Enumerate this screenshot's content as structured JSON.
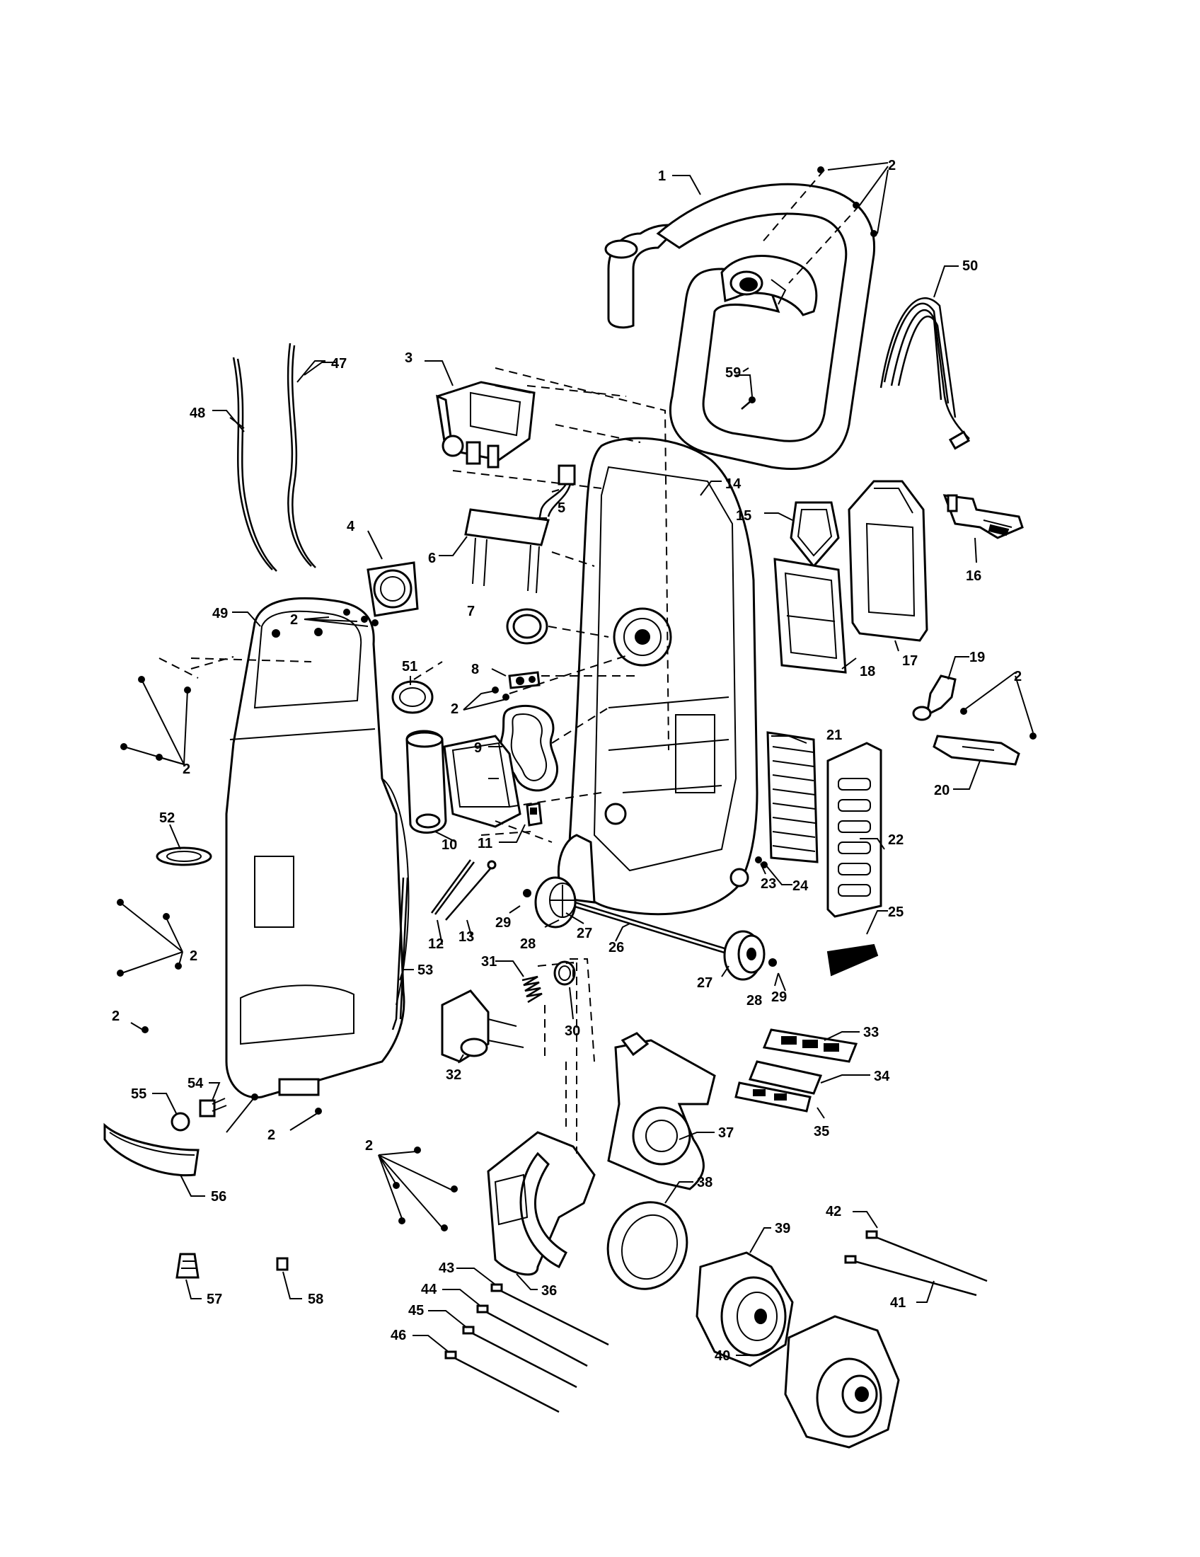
{
  "callouts": [
    {
      "id": "c1",
      "label": "1"
    },
    {
      "id": "c2a",
      "label": "2"
    },
    {
      "id": "c2b",
      "label": "2"
    },
    {
      "id": "c2c",
      "label": "2"
    },
    {
      "id": "c2d",
      "label": "2"
    },
    {
      "id": "c2e",
      "label": "2"
    },
    {
      "id": "c2f",
      "label": "2"
    },
    {
      "id": "c2g",
      "label": "2"
    },
    {
      "id": "c2h",
      "label": "2"
    },
    {
      "id": "c2i",
      "label": "2"
    },
    {
      "id": "c3",
      "label": "3"
    },
    {
      "id": "c4",
      "label": "4"
    },
    {
      "id": "c5",
      "label": "5"
    },
    {
      "id": "c6",
      "label": "6"
    },
    {
      "id": "c7",
      "label": "7"
    },
    {
      "id": "c8",
      "label": "8"
    },
    {
      "id": "c9",
      "label": "9"
    },
    {
      "id": "c10",
      "label": "10"
    },
    {
      "id": "c11",
      "label": "11"
    },
    {
      "id": "c12",
      "label": "12"
    },
    {
      "id": "c13",
      "label": "13"
    },
    {
      "id": "c14",
      "label": "14"
    },
    {
      "id": "c15",
      "label": "15"
    },
    {
      "id": "c16",
      "label": "16"
    },
    {
      "id": "c17",
      "label": "17"
    },
    {
      "id": "c18",
      "label": "18"
    },
    {
      "id": "c19",
      "label": "19"
    },
    {
      "id": "c20",
      "label": "20"
    },
    {
      "id": "c21",
      "label": "21"
    },
    {
      "id": "c22",
      "label": "22"
    },
    {
      "id": "c23",
      "label": "23"
    },
    {
      "id": "c24",
      "label": "24"
    },
    {
      "id": "c25",
      "label": "25"
    },
    {
      "id": "c26",
      "label": "26"
    },
    {
      "id": "c27a",
      "label": "27"
    },
    {
      "id": "c27b",
      "label": "27"
    },
    {
      "id": "c28a",
      "label": "28"
    },
    {
      "id": "c28b",
      "label": "28"
    },
    {
      "id": "c29a",
      "label": "29"
    },
    {
      "id": "c29b",
      "label": "29"
    },
    {
      "id": "c30",
      "label": "30"
    },
    {
      "id": "c31",
      "label": "31"
    },
    {
      "id": "c32",
      "label": "32"
    },
    {
      "id": "c33",
      "label": "33"
    },
    {
      "id": "c34",
      "label": "34"
    },
    {
      "id": "c35",
      "label": "35"
    },
    {
      "id": "c36",
      "label": "36"
    },
    {
      "id": "c37",
      "label": "37"
    },
    {
      "id": "c38",
      "label": "38"
    },
    {
      "id": "c39",
      "label": "39"
    },
    {
      "id": "c40",
      "label": "40"
    },
    {
      "id": "c41",
      "label": "41"
    },
    {
      "id": "c42",
      "label": "42"
    },
    {
      "id": "c43",
      "label": "43"
    },
    {
      "id": "c44",
      "label": "44"
    },
    {
      "id": "c45",
      "label": "45"
    },
    {
      "id": "c46",
      "label": "46"
    },
    {
      "id": "c47",
      "label": "47"
    },
    {
      "id": "c48",
      "label": "48"
    },
    {
      "id": "c49",
      "label": "49"
    },
    {
      "id": "c50",
      "label": "50"
    },
    {
      "id": "c51",
      "label": "51"
    },
    {
      "id": "c52",
      "label": "52"
    },
    {
      "id": "c53",
      "label": "53"
    },
    {
      "id": "c54",
      "label": "54"
    },
    {
      "id": "c55",
      "label": "55"
    },
    {
      "id": "c56",
      "label": "56"
    },
    {
      "id": "c57",
      "label": "57"
    },
    {
      "id": "c58",
      "label": "58"
    },
    {
      "id": "c59",
      "label": "59"
    }
  ]
}
